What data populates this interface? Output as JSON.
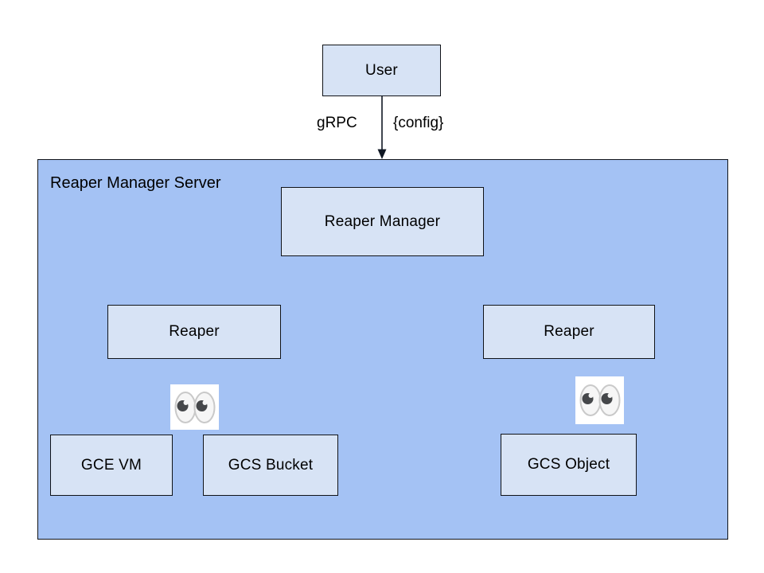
{
  "diagram": {
    "user_node": {
      "label": "User"
    },
    "arrow": {
      "label_left": "gRPC",
      "label_right": "{config}"
    },
    "container": {
      "title": "Reaper Manager Server"
    },
    "nodes": {
      "reaper_manager": {
        "label": "Reaper Manager"
      },
      "reaper_left": {
        "label": "Reaper"
      },
      "reaper_right": {
        "label": "Reaper"
      },
      "gce_vm": {
        "label": "GCE VM"
      },
      "gcs_bucket": {
        "label": "GCS Bucket"
      },
      "gcs_object": {
        "label": "GCS Object"
      }
    },
    "icons": {
      "eyes_left": "eyes-emoji",
      "eyes_right": "eyes-emoji"
    },
    "colors": {
      "container_fill": "#a4c2f4",
      "node_fill": "#d7e3f5",
      "border": "#101318",
      "line": "#101824",
      "background": "#ffffff"
    }
  }
}
